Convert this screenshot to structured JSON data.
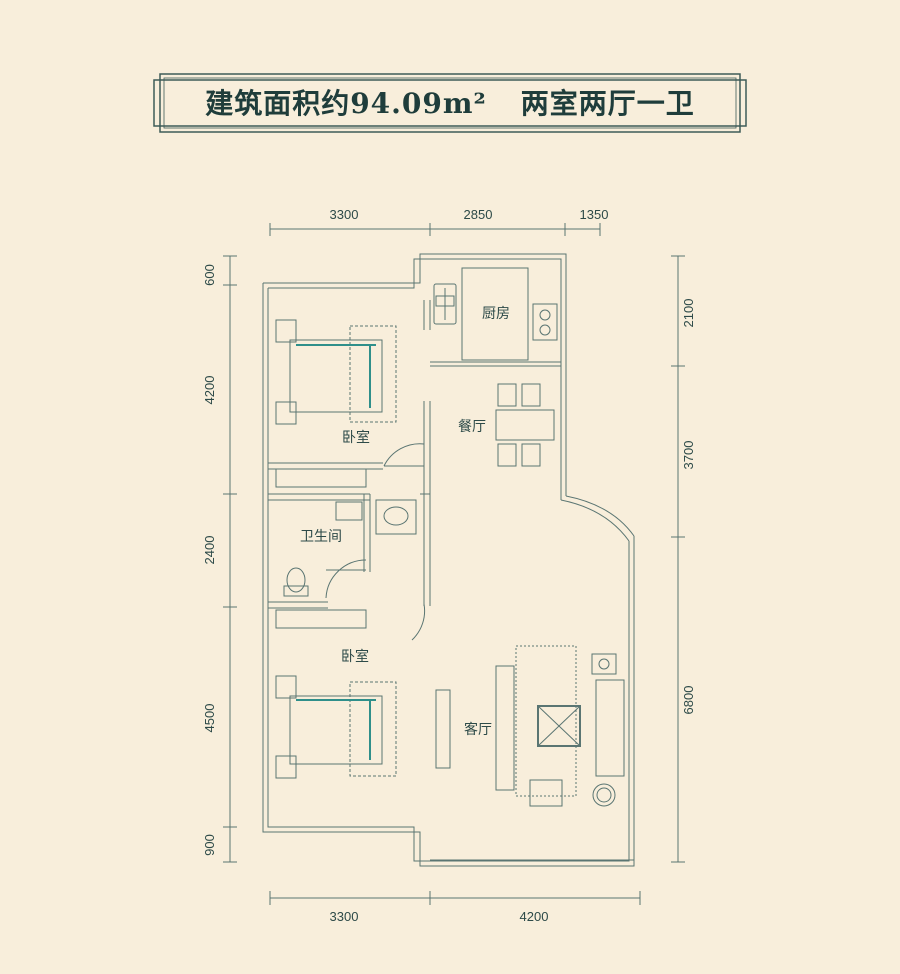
{
  "title": {
    "area_text": "建筑面积约94.09m²",
    "layout_text": "两室两厅一卫"
  },
  "dimensions": {
    "top": [
      "3300",
      "2850",
      "1350"
    ],
    "bottom": [
      "3300",
      "4200"
    ],
    "left": [
      "600",
      "4200",
      "2400",
      "4500",
      "900"
    ],
    "right": [
      "2100",
      "3700",
      "6800"
    ]
  },
  "rooms": {
    "kitchen": "厨房",
    "dining": "餐厅",
    "bedroom_top": "卧室",
    "bathroom": "卫生间",
    "bedroom_bottom": "卧室",
    "living": "客厅"
  },
  "colors": {
    "background": "#f8eedb",
    "line": "#5a7572",
    "text": "#1f3d3b",
    "accent": "#2f8f8a"
  }
}
